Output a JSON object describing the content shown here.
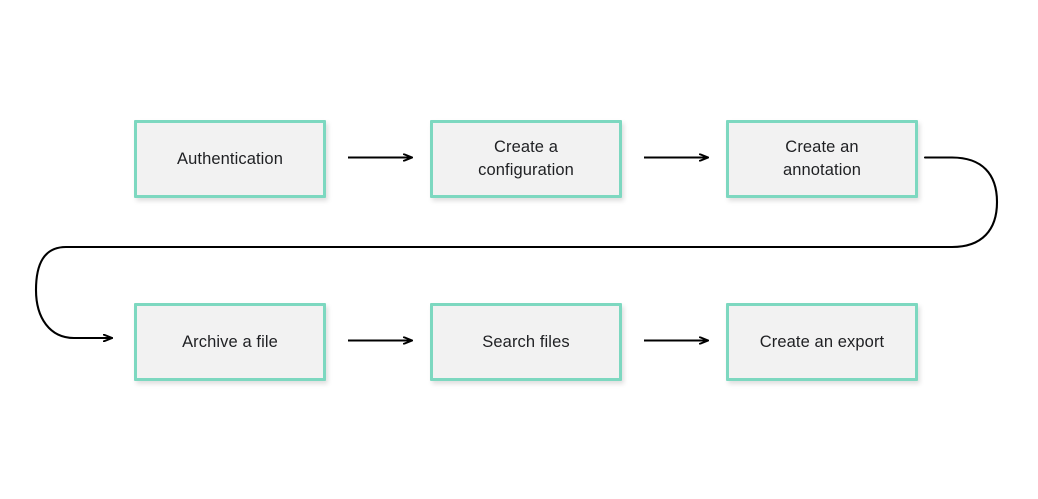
{
  "diagram": {
    "type": "flowchart",
    "title": "",
    "background_color": "#ffffff",
    "node_fill_color": "#F2F2F2",
    "node_border_color": "#7DD8C0",
    "node_text_color": "#1f2023",
    "connector_color": "#000000",
    "nodes": [
      {
        "id": "authentication",
        "label": "Authentication",
        "row": "top",
        "column": 1
      },
      {
        "id": "create-configuration",
        "label": "Create a\nconfiguration",
        "row": "top",
        "column": 2
      },
      {
        "id": "create-annotation",
        "label": "Create an\nannotation",
        "row": "top",
        "column": 3
      },
      {
        "id": "archive-a-file",
        "label": "Archive a file",
        "row": "bottom",
        "column": 1
      },
      {
        "id": "search-files",
        "label": "Search files",
        "row": "bottom",
        "column": 2
      },
      {
        "id": "create-an-export",
        "label": "Create an export",
        "row": "bottom",
        "column": 3
      }
    ],
    "connectors": [
      {
        "id": "arrow-auth-to-config",
        "from": "authentication",
        "to": "create-configuration",
        "style": "straight"
      },
      {
        "id": "arrow-config-to-annotation",
        "from": "create-configuration",
        "to": "create-annotation",
        "style": "straight"
      },
      {
        "id": "arrow-annotation-to-archive",
        "from": "create-annotation",
        "to": "archive-a-file",
        "style": "wrap-loop"
      },
      {
        "id": "arrow-archive-to-search",
        "from": "archive-a-file",
        "to": "search-files",
        "style": "straight"
      },
      {
        "id": "arrow-search-to-export",
        "from": "search-files",
        "to": "create-an-export",
        "style": "straight"
      }
    ]
  }
}
